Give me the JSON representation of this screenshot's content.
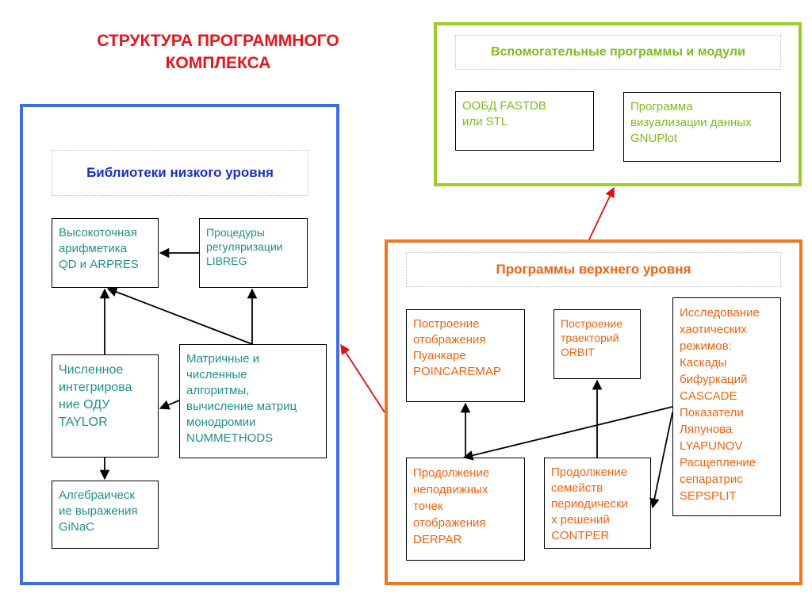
{
  "title": "СТРУКТУРА ПРОГРАММНОГО\nКОМПЛЕКСА",
  "colors": {
    "title": "#e8141b",
    "low_panel_border": "#3d6ee0",
    "aux_panel_border": "#9ccd2a",
    "high_panel_border": "#ee7722",
    "low_header_text": "#1b2fc2",
    "aux_header_text": "#7dbd1c",
    "high_header_text": "#ee6411",
    "teal_text": "#1f9187",
    "orange_text": "#ee6411",
    "link_arrow": "#e01010"
  },
  "low_level": {
    "header": "Библиотеки низкого уровня",
    "qd": "Высокоточная\nарифметика\nQD и ARPRES",
    "libreg": "Процедуры\nрегуляризации\nLIBREG",
    "taylor": "Численное\nинтегрирова\nние ОДУ\nTAYLOR",
    "nummethods": "Матричные и\nчисленные\nалгоритмы,\nвычисление матриц\nмонодромии\n       NUMMETHODS",
    "ginac": "Алгебраическ\nие выражения\nGiNaC"
  },
  "aux": {
    "header": "Вспомогательные программы и модули",
    "fastdb": "ООБД FASTDB\nили STL",
    "gnuplot": "Программа\nвизуализации данных\nGNUPlot"
  },
  "high_level": {
    "header": "Программы верхнего уровня",
    "poincare": "Построение\nотображения\nПуанкаре\nPOINCAREMAP",
    "orbit": "Построение\nтраекторий\nORBIT",
    "chaos": "Исследование\nхаотических\nрежимов:\nКаскады\nбифуркаций\nCASCADE\nПоказатели\nЛяпунова\nLYAPUNOV\nРасщепление\nсепаратрис\nSEPSPLIT",
    "derpar": "Продолжение\nнеподвижных\nточек\nотображения\nDERPAR",
    "contper": "Продолжение\nсемейств\nпериодически\nх решений\nCONTPER"
  }
}
